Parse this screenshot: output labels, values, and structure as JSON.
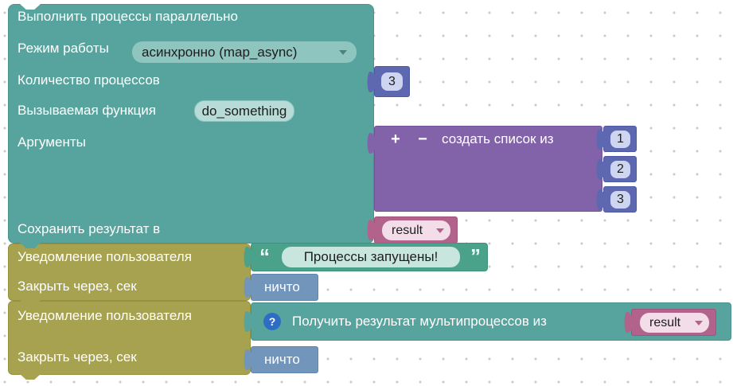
{
  "colors": {
    "workspace_bg": "#ffffff",
    "grid_dot": "#c9c9c9",
    "teal_block": "#57a39d",
    "teal_dropdown_field": "#8fc5bf",
    "teal_text_field": "#b7dcd7",
    "olive_block": "#a7a250",
    "slate_value_block": "#5d68b0",
    "slate_value_field": "#ced5f0",
    "purple_list_block": "#8263a9",
    "rose_variable_block": "#b2638c",
    "rose_variable_field": "#f3dde9",
    "green_string_block": "#4aa28a",
    "green_string_field": "#c8e6de",
    "steel_null_block": "#7195bb",
    "help_icon_blue": "#2e6dc4"
  },
  "run_block": {
    "title": "Выполнить процессы параллельно",
    "mode_label": "Режим работы",
    "mode_value": "асинхронно (map_async)",
    "count_label": "Количество процессов",
    "count_value": "3",
    "func_label": "Вызываемая функция",
    "func_value": "do_something",
    "args_label": "Аргументы",
    "save_label": "Сохранить результат в",
    "save_value": "result"
  },
  "list_block": {
    "plus_label": "+",
    "minus_label": "−",
    "label": "создать список из",
    "items": [
      "1",
      "2",
      "3"
    ]
  },
  "notify_block_1": {
    "title": "Уведомление пользователя",
    "quote_open": "“",
    "message": "Процессы запущены!",
    "quote_close": "”",
    "close_label": "Закрыть через, сек",
    "close_value": "ничто"
  },
  "notify_block_2": {
    "title": "Уведомление пользователя",
    "help_icon": "?",
    "getter_label": "Получить результат мультипроцессов из",
    "getter_value": "result",
    "close_label": "Закрыть через, сек",
    "close_value": "ничто"
  }
}
